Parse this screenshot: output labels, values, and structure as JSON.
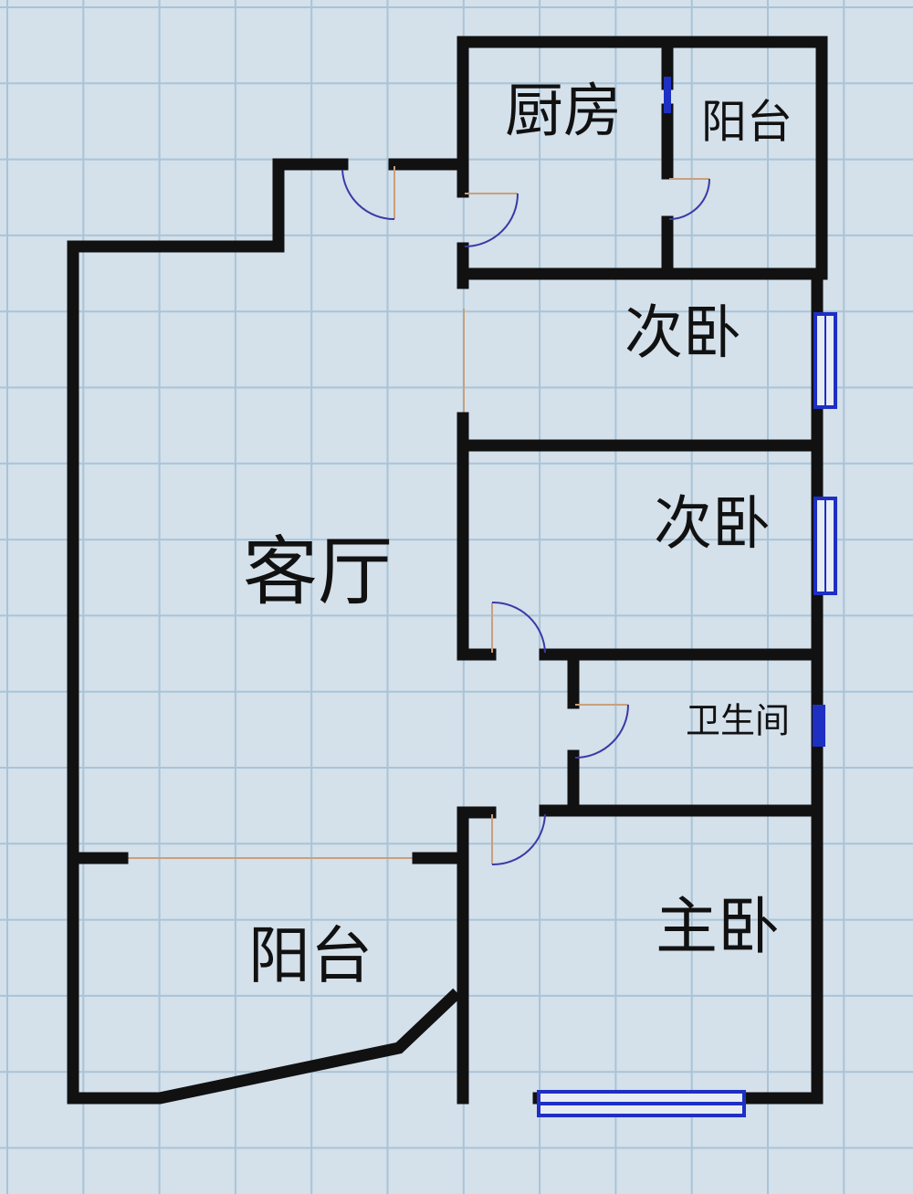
{
  "colors": {
    "background": "#d4e0ea",
    "grid": "#a8c4d8",
    "wall": "#111111",
    "door_arc": "#3a3aa6",
    "door_leaf": "#c9a07a",
    "window": "#1e2fc4",
    "label": "#111111"
  },
  "rooms": {
    "kitchen": "厨房",
    "balcony_north": "阳台",
    "secondary_bedroom_1": "次卧",
    "secondary_bedroom_2": "次卧",
    "living_room": "客厅",
    "bathroom": "卫生间",
    "master_bedroom": "主卧",
    "balcony_south": "阳台"
  }
}
